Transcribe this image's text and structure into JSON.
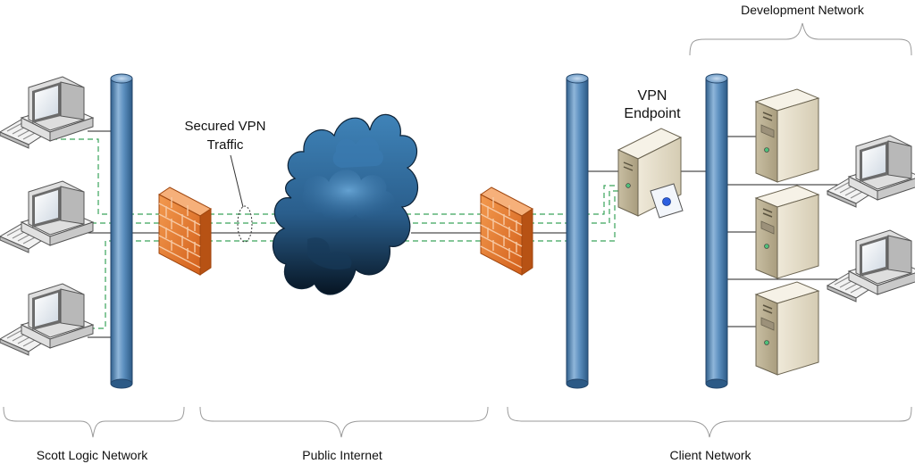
{
  "labels": {
    "development_network": "Development Network",
    "secured_vpn_line1": "Secured VPN",
    "secured_vpn_line2": "Traffic",
    "vpn_endpoint_line1": "VPN",
    "vpn_endpoint_line2": "Endpoint",
    "scott_logic_network": "Scott Logic Network",
    "public_internet": "Public Internet",
    "client_network": "Client Network"
  },
  "colors": {
    "backbone": "#4f86b8",
    "firewall": "#e8772c",
    "cloud": "#1f4e73",
    "vpn_tunnel": "#3aa35a",
    "server": "#ddd5bf",
    "workstation": "#e8e8e8"
  },
  "icons": {
    "workstation": "desktop-computer-icon",
    "server": "tower-server-icon",
    "firewall": "brick-firewall-icon",
    "internet": "internet-cloud-icon",
    "vpn_endpoint": "vpn-endpoint-server-icon"
  }
}
